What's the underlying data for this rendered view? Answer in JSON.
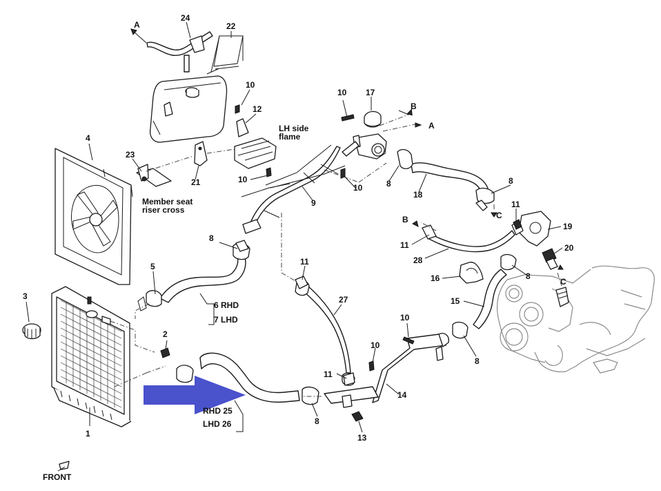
{
  "callouts": {
    "c1": "1",
    "c2": "2",
    "c3": "3",
    "c4": "4",
    "c5": "5",
    "c8_a": "8",
    "c8_b": "8",
    "c8_c": "8",
    "c8_d": "8",
    "c8_e": "8",
    "c8_f": "8",
    "c9": "9",
    "c10_a": "10",
    "c10_b": "10",
    "c10_c": "10",
    "c10_d": "10",
    "c10_e": "10",
    "c10_f": "10",
    "c11_a": "11",
    "c11_b": "11",
    "c11_c": "11",
    "c11_d": "11",
    "c12": "12",
    "c13": "13",
    "c14": "14",
    "c15": "15",
    "c16": "16",
    "c17": "17",
    "c18": "18",
    "c19": "19",
    "c20": "20",
    "c21": "21",
    "c22": "22",
    "c23": "23",
    "c24": "24",
    "c27": "27",
    "c28": "28"
  },
  "connectors": {
    "a_top": "A",
    "a_right": "A",
    "b_top": "B",
    "b_left": "B",
    "c_mid": "C",
    "c_right": "C"
  },
  "notes": {
    "lh_side_line1": "LH side",
    "lh_side_line2": "flame",
    "member_seat_line1": "Member seat",
    "member_seat_line2": "riser cross",
    "rhd6": "6 RHD",
    "lhd7": "7 LHD",
    "rhd25": "RHD 25",
    "lhd26": "LHD 26",
    "front": "FRONT"
  },
  "colors": {
    "highlight_arrow": "#4a52cc",
    "line": "#1a1a1a",
    "background": "#ffffff"
  }
}
